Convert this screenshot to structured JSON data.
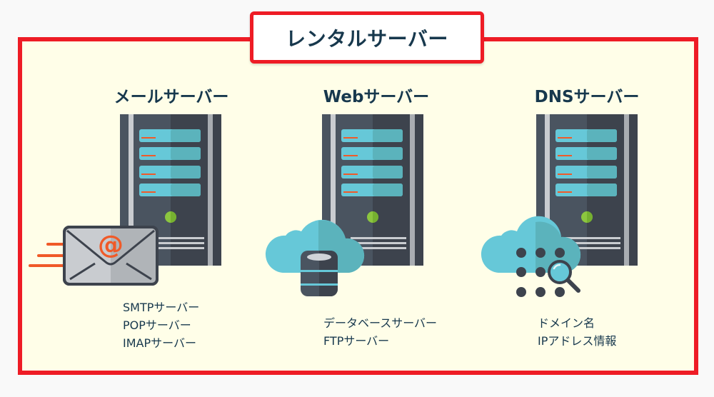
{
  "title": "レンタルサーバー",
  "colors": {
    "frame_red": "#ee1c25",
    "frame_fill": "#fffee8",
    "text_navy": "#17384d",
    "server_dark": "#3d434d",
    "server_light": "#4a5460",
    "slot_teal": "#66c8d8",
    "led_green": "#8cc63f",
    "accent_orange": "#f05a28",
    "cloud_teal": "#5ec4d4"
  },
  "sections": [
    {
      "heading": "メールサーバー",
      "icon": "mail-envelope-icon",
      "items": [
        "SMTPサーバー",
        "POPサーバー",
        "IMAPサーバー"
      ]
    },
    {
      "heading": "Webサーバー",
      "icon": "cloud-database-icon",
      "items": [
        "データベースサーバー",
        "FTPサーバー"
      ]
    },
    {
      "heading": "DNSサーバー",
      "icon": "cloud-search-icon",
      "items": [
        "ドメイン名",
        "IPアドレス情報"
      ]
    }
  ]
}
